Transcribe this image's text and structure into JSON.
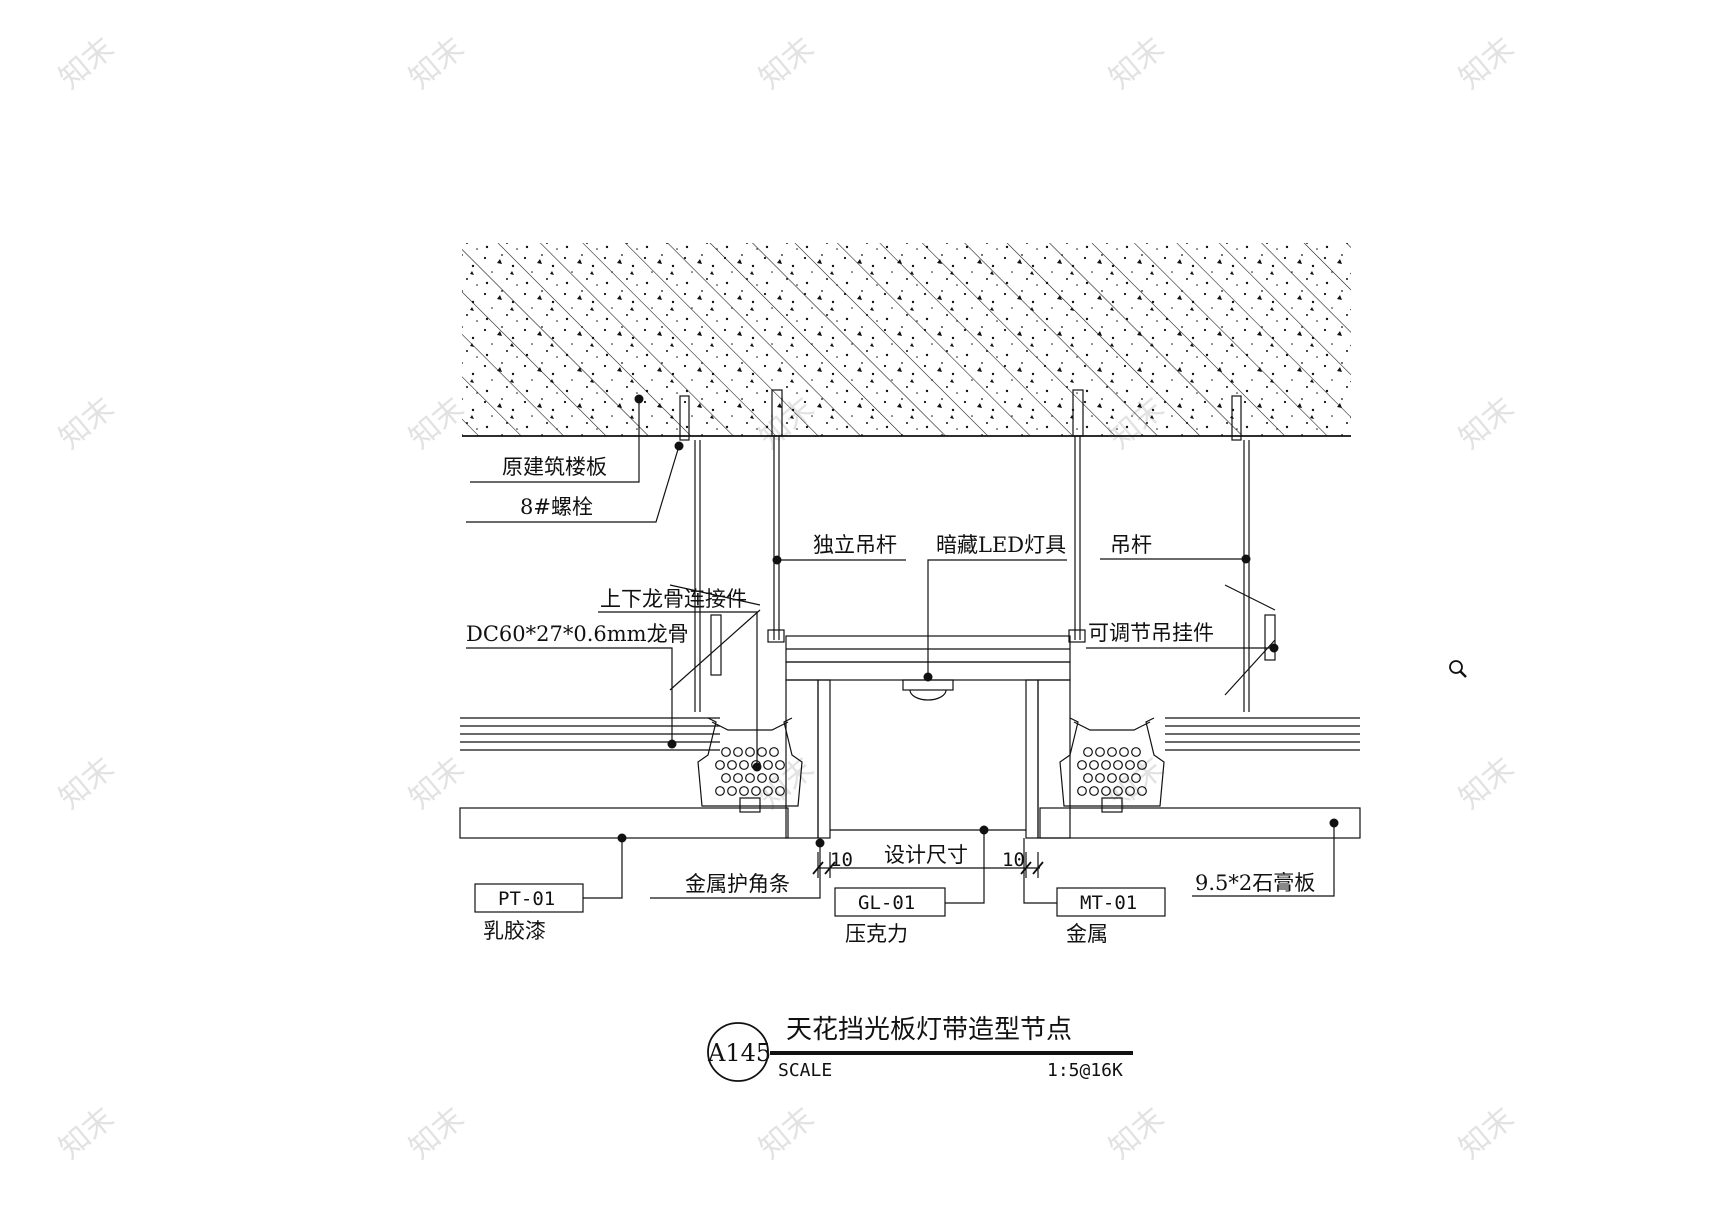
{
  "labels": {
    "slab": "原建筑楼板",
    "bolt": "8#螺栓",
    "independent_rod": "独立吊杆",
    "hidden_led": "暗藏LED灯具",
    "hanger_rod": "吊杆",
    "keel_connector": "上下龙骨连接件",
    "keel": "DC60*27*0.6mm龙骨",
    "adjustable_hanger": "可调节吊挂件",
    "metal_corner": "金属护角条",
    "design_size": "设计尺寸",
    "gypsum": "9.5*2石膏板",
    "dim_left": "10",
    "dim_right": "10"
  },
  "material_tags": [
    {
      "code": "PT-01",
      "name": "乳胶漆"
    },
    {
      "code": "GL-01",
      "name": "压克力"
    },
    {
      "code": "MT-01",
      "name": "金属"
    }
  ],
  "title_block": {
    "id": "A145",
    "title": "天花挡光板灯带造型节点",
    "scale_label": "SCALE",
    "scale_value": "1:5@16K"
  },
  "watermark": "知末",
  "icons": {
    "zoom": "magnifier-icon"
  }
}
